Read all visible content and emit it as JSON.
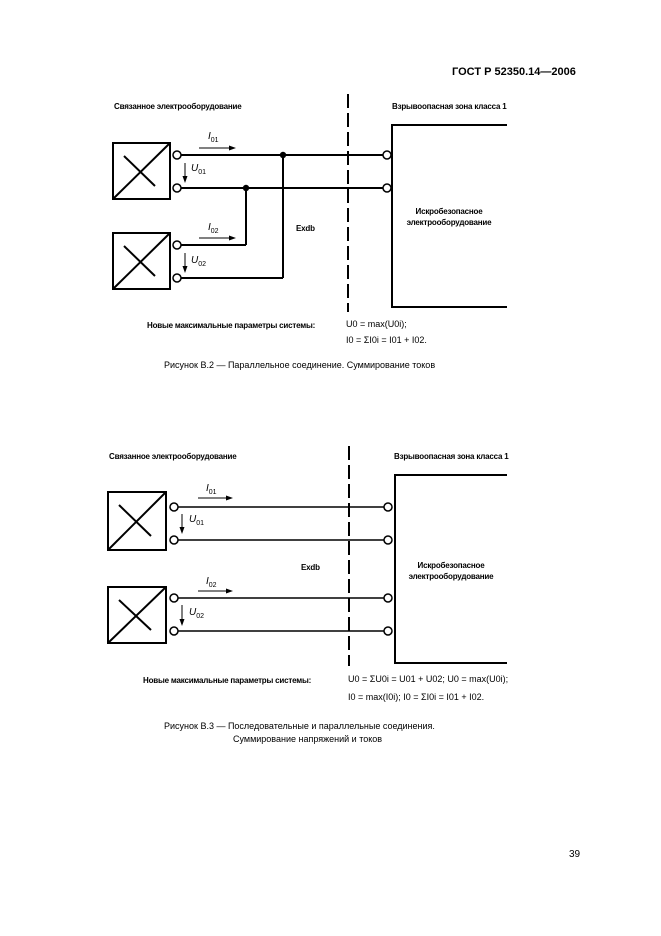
{
  "header": {
    "standard": "ГОСТ Р 52350.14—2006"
  },
  "figure_b2": {
    "left_title": "Связанное электрооборудование",
    "right_title": "Взрывоопасная зона класса 1",
    "zone_label": "Exdb",
    "box_label_line1": "Искробезопасное",
    "box_label_line2": "электрооборудование",
    "current_1": {
      "sym": "I",
      "sub": "01"
    },
    "voltage_1": {
      "sym": "U",
      "sub": "01"
    },
    "current_2": {
      "sym": "I",
      "sub": "02"
    },
    "voltage_2": {
      "sym": "U",
      "sub": "02"
    },
    "params_label": "Новые максимальные параметры системы:",
    "formula_line1": "U0 = max(U0i);",
    "formula_line2": "I0 = ΣI0i = I01 + I02.",
    "caption": "Рисунок В.2 — Параллельное соединение. Суммирование токов"
  },
  "figure_b3": {
    "left_title": "Связанное электрооборудование",
    "right_title": "Взрывоопасная зона класса 1",
    "zone_label": "Exdb",
    "box_label_line1": "Искробезопасное",
    "box_label_line2": "электрооборудование",
    "current_1": {
      "sym": "I",
      "sub": "01"
    },
    "voltage_1": {
      "sym": "U",
      "sub": "01"
    },
    "current_2": {
      "sym": "I",
      "sub": "02"
    },
    "voltage_2": {
      "sym": "U",
      "sub": "02"
    },
    "params_label": "Новые максимальные параметры системы:",
    "formula_line1": "U0 = ΣU0i = U01 + U02; U0 = max(U0i);",
    "formula_line2": "I0 = max(I0i); I0 = ΣI0i = I01 + I02.",
    "caption_line1": "Рисунок В.3 — Последовательные и параллельные соединения.",
    "caption_line2": "Суммирование напряжений и токов"
  },
  "footer": {
    "page_number": "39"
  }
}
